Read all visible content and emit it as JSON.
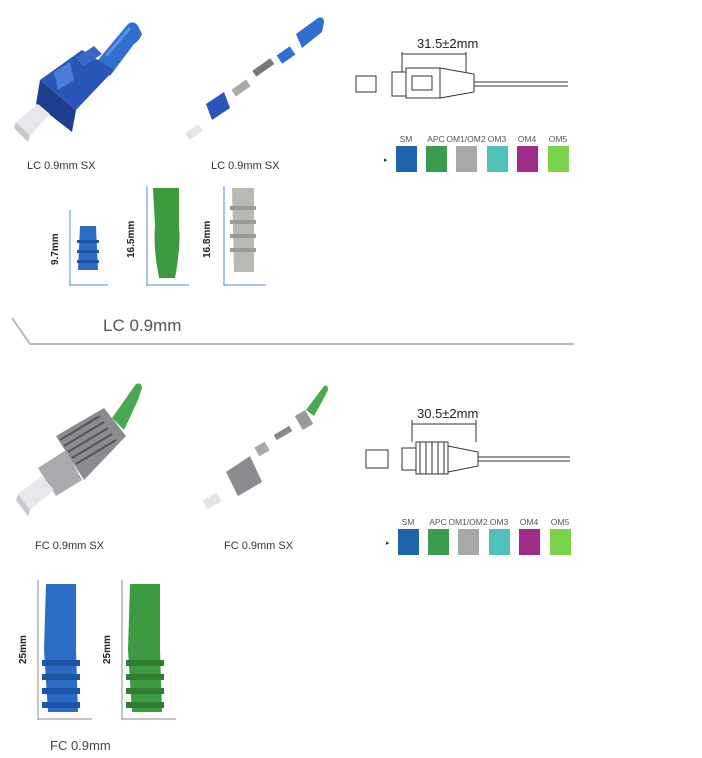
{
  "lc": {
    "connector_caption": "LC 0.9mm SX",
    "exploded_caption": "LC 0.9mm SX",
    "length_label": "31.5±2mm",
    "section_title": "LC 0.9mm",
    "boots": [
      {
        "height_label": "9.7mm",
        "color": "#2c6cc4"
      },
      {
        "height_label": "16.5mm",
        "color": "#3e9a40"
      },
      {
        "height_label": "16.8mm",
        "color": "#b8b8b4"
      }
    ]
  },
  "fc": {
    "connector_caption": "FC 0.9mm SX",
    "exploded_caption": "FC 0.9mm SX",
    "length_label": "30.5±2mm",
    "section_title": "FC 0.9mm",
    "boots": [
      {
        "height_label": "25mm",
        "color": "#2c6cc4"
      },
      {
        "height_label": "25mm",
        "color": "#3e9a40"
      }
    ]
  },
  "swatches": [
    {
      "label": "SM",
      "color": "#1f63ad"
    },
    {
      "label": "APC",
      "color": "#3a9c4e"
    },
    {
      "label": "OM1/OM2",
      "color": "#a8a8a8"
    },
    {
      "label": "OM3",
      "color": "#4fc1b8"
    },
    {
      "label": "OM4",
      "color": "#a02c8a"
    },
    {
      "label": "OM5",
      "color": "#7bd24b"
    }
  ]
}
